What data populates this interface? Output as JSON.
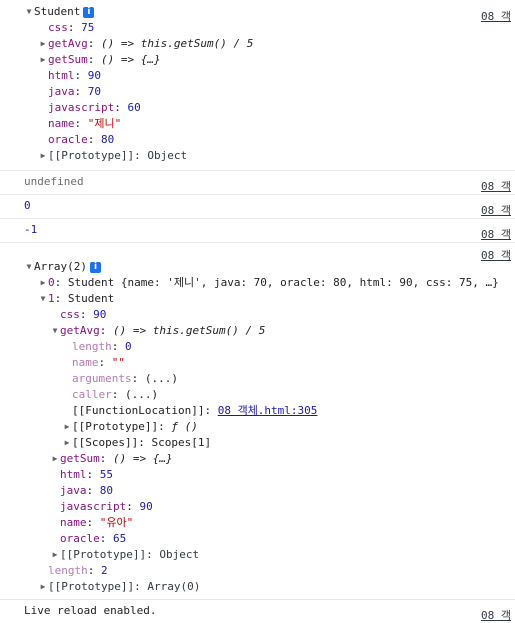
{
  "source_label": "08 객",
  "msg1": {
    "header": "Student",
    "props": [
      {
        "key": "css",
        "value": "75",
        "vtype": "num"
      },
      {
        "key": "getAvg",
        "value": "() => this.getSum() / 5",
        "vtype": "fn",
        "expandable": true
      },
      {
        "key": "getSum",
        "value": "() => {…}",
        "vtype": "fn",
        "expandable": true
      },
      {
        "key": "html",
        "value": "90",
        "vtype": "num"
      },
      {
        "key": "java",
        "value": "70",
        "vtype": "num"
      },
      {
        "key": "javascript",
        "value": "60",
        "vtype": "num"
      },
      {
        "key": "name",
        "value": "\"제니\"",
        "vtype": "str"
      },
      {
        "key": "oracle",
        "value": "80",
        "vtype": "num"
      }
    ],
    "prototype": "[[Prototype]]: Object"
  },
  "msg2": {
    "text": "undefined"
  },
  "msg3": {
    "text": "0"
  },
  "msg4": {
    "text": "-1"
  },
  "msg5": {
    "header": "Array(2)",
    "item0": {
      "index": "0",
      "class": "Student",
      "preview": "{name: '제니', java: 70, oracle: 80, html: 90, css: 75, …}"
    },
    "item1": {
      "index": "1",
      "class": "Student",
      "css": "90",
      "getAvg": {
        "label": "getAvg",
        "value": "() => this.getSum() / 5",
        "length_key": "length",
        "length_val": "0",
        "name_key": "name",
        "name_val": "\"\"",
        "arguments_key": "arguments",
        "arguments_val": "(...)",
        "caller_key": "caller",
        "caller_val": "(...)",
        "location_key": "[[FunctionLocation]]",
        "location_link": "08 객체.html:305",
        "proto_key": "[[Prototype]]",
        "proto_val": "ƒ ()",
        "scopes_key": "[[Scopes]]",
        "scopes_val": "Scopes[1]"
      },
      "getSum_key": "getSum",
      "getSum_val": "() => {…}",
      "html": "55",
      "java": "80",
      "javascript": "90",
      "name": "\"유아\"",
      "oracle": "65",
      "prototype": "[[Prototype]]: Object"
    },
    "length_key": "length",
    "length_val": "2",
    "prototype": "[[Prototype]]: Array(0)"
  },
  "msg6": {
    "text": "Live reload enabled."
  }
}
